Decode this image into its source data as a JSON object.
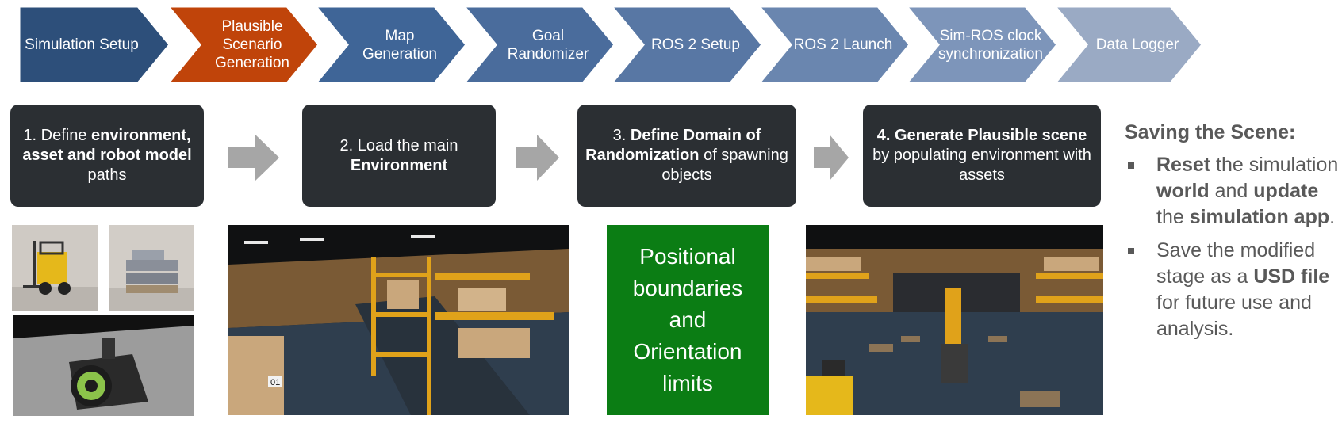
{
  "pipeline": {
    "stages": [
      {
        "label_lines": [
          "Simulation Setup"
        ],
        "color": "#2d4f7a"
      },
      {
        "label_lines": [
          "Plausible",
          "Scenario",
          "Generation"
        ],
        "color": "#c0440a",
        "active": true
      },
      {
        "label_lines": [
          "Map",
          "Generation"
        ],
        "color": "#3f6597"
      },
      {
        "label_lines": [
          "Goal",
          "Randomizer"
        ],
        "color": "#4a6c9c"
      },
      {
        "label_lines": [
          "ROS 2 Setup"
        ],
        "color": "#5877a4"
      },
      {
        "label_lines": [
          "ROS 2 Launch"
        ],
        "color": "#6a86af"
      },
      {
        "label_lines": [
          "Sim-ROS clock",
          "synchronization"
        ],
        "color": "#7d95ba"
      },
      {
        "label_lines": [
          "Data Logger"
        ],
        "color": "#9aaac4"
      }
    ]
  },
  "steps": [
    {
      "parts": [
        [
          "1. Define ",
          false
        ],
        [
          "environment,",
          true
        ],
        [
          " asset and robot model",
          true
        ],
        [
          " paths",
          false
        ]
      ]
    },
    {
      "parts": [
        [
          "2. Load the main ",
          false
        ],
        [
          "Environment",
          true
        ]
      ]
    },
    {
      "parts": [
        [
          "3. ",
          false
        ],
        [
          "Define Domain of Randomization",
          true
        ],
        [
          " of spawning objects",
          false
        ]
      ]
    },
    {
      "parts": [
        [
          "4. Generate Plausible scene",
          true
        ],
        [
          " by populating environment with assets",
          false
        ]
      ]
    }
  ],
  "randomization_box": {
    "lines": [
      "Positional",
      "boundaries",
      "and",
      "Orientation",
      "limits"
    ]
  },
  "warehouse_label": "01",
  "saving": {
    "title": "Saving the Scene:",
    "bullets": [
      [
        [
          "Reset",
          true
        ],
        [
          " the simulation ",
          false
        ],
        [
          "world",
          true
        ],
        [
          " and ",
          false
        ],
        [
          "update",
          true
        ],
        [
          " the ",
          false
        ],
        [
          "simulation app",
          true
        ],
        [
          ".",
          false
        ]
      ],
      [
        [
          "Save the modified stage as a ",
          false
        ],
        [
          "USD file",
          true
        ],
        [
          " for future use and analysis.",
          false
        ]
      ]
    ]
  },
  "colors": {
    "step_bg": "#2b2f33",
    "arrow": "#a6a6a6",
    "green_box": "#0b7d14",
    "saving_text": "#595959"
  }
}
